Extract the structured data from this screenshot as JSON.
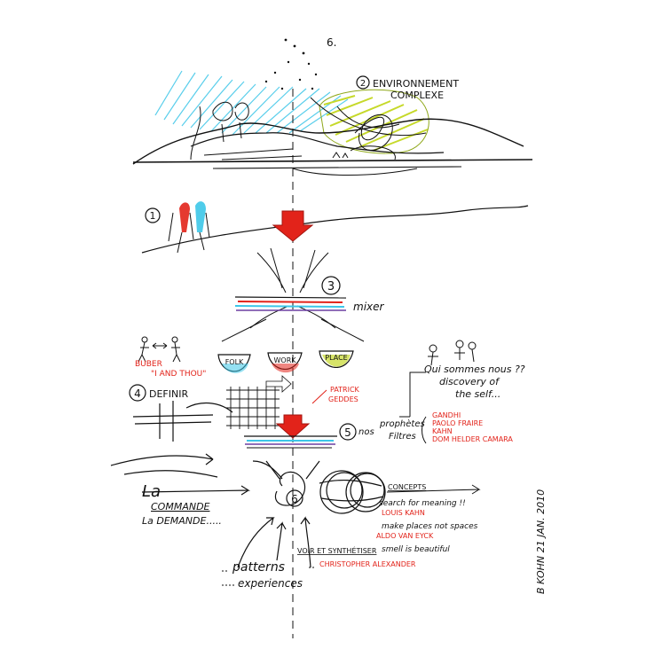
{
  "header": {
    "number_top": "6.",
    "environment_line1": "ENVIRONNEMENT",
    "environment_line2": "COMPLEXE",
    "number_1": "1"
  },
  "filter": {
    "number_3": "3",
    "label": "mixer"
  },
  "buber": {
    "name": "BUBER",
    "quote": "\"I AND THOU\"",
    "cup_left": "FOLK",
    "cup_middle": "WORK",
    "cup_right": "PLACE"
  },
  "question": {
    "line1": "Qui sommes nous ??",
    "line2": "discovery of",
    "line3": "the self..."
  },
  "definition": {
    "number": "4",
    "label": "DEFINIR"
  },
  "geddes": {
    "line1": "PATRICK",
    "line2": "GEDDES"
  },
  "prophets": {
    "number": "5",
    "word1": "nos",
    "word2": "prophètes",
    "word3": "Filtres",
    "names": [
      "GANDHI",
      "PAOLO FRAIRE",
      "KAHN",
      "DOM HELDER CAMARA"
    ]
  },
  "commande": {
    "la": "La",
    "commande": "COMMANDE",
    "demande": "La DEMANDE....."
  },
  "concepts": {
    "number": "6",
    "title": "CONCEPTS",
    "line1": "search for meaning !!",
    "author1": "LOUIS KAHN",
    "line2": "make places not spaces",
    "author2": "ALDO VAN EYCK",
    "line3": "smell is beautiful"
  },
  "patterns": {
    "voir": "VOIR ET SYNTHÉTISER",
    "patterns": "patterns",
    "author": "CHRISTOPHER ALEXANDER",
    "experiences": "experiences"
  },
  "signature": "B KOHN  21 JAN. 2010"
}
